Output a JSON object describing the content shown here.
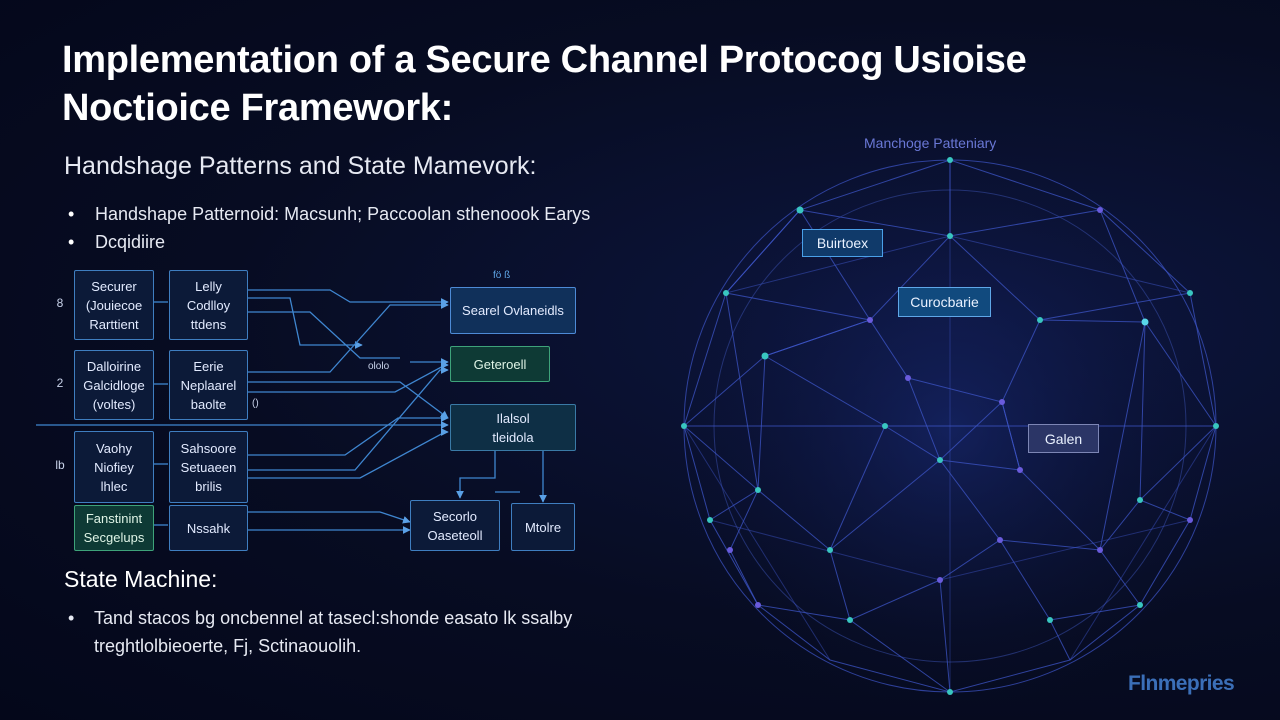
{
  "title": "Implementation of a Secure Channel Protocog Usioise Noctioice Framework:",
  "subtitle": "Handshage Patterns and State Mamevork:",
  "bullets": [
    "Handshape Patternoid: Macsunh; Paccoolan sthenoook Earys",
    "Dcqidiire"
  ],
  "section2_title": "State Machine:",
  "section2_text": "Tand stacos bg oncbennel at tasecl:shonde easato lk ssalby treghtlolbieoerte, Fj, Sctinaouolih.",
  "flow": {
    "row_labels": [
      "8",
      "2",
      "lb"
    ],
    "col1": [
      "Securer\n(Jouiecoe\nRarttient",
      "Dalloirine\nGalcidloge\n(voltes)",
      "Vaohy\nNiofiey\nlhlec",
      "Fanstinint\nSecgelups"
    ],
    "col2": [
      "Lelly\nCodlloy\nttdens",
      "Eerie\nNeplaarel\nbaolte",
      "Sahsoore\nSetuaeen\nbrilis",
      "Nssahk"
    ],
    "top_tag": "fö ß",
    "mid_tag": "ololo",
    "side_tag": "()",
    "right": {
      "serial": "Searel Ovlaneidls",
      "gateway": "Geteroell",
      "initial": "Ilalsol\ntleidola",
      "source": "Secorlo\nOaseteoll",
      "module": "Mtolre"
    }
  },
  "network": {
    "label": "Manchoge  Patteniary",
    "box_a": "Buirtoex",
    "box_b": "Curocbarie",
    "box_c": "Galen"
  },
  "brand": "Flnmepries",
  "colors": {
    "background": "#070c22",
    "box_border": "#3f7ec0",
    "green_box": "#0e3a35",
    "network_line": "#3e55c8",
    "network_node": "#39c6c0",
    "brand": "#3b6fb8"
  }
}
